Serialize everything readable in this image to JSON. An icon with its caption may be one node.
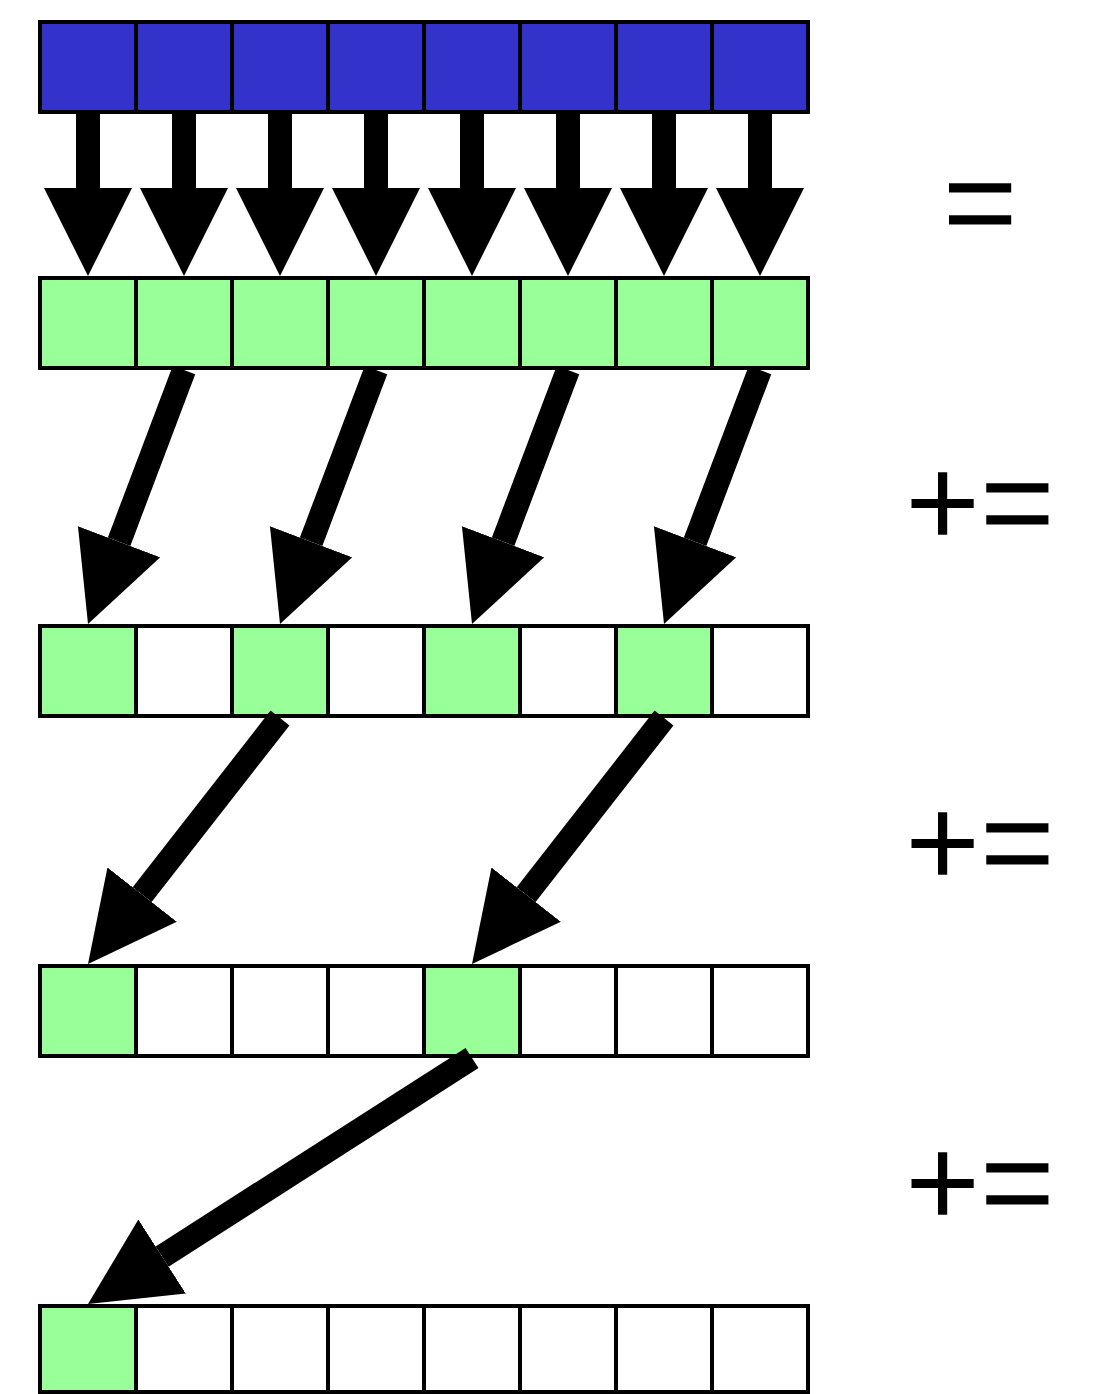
{
  "diagram": {
    "nodes": [
      {
        "text": [],
        "shape": "box"
      },
      {
        "text": [],
        "shape": "box"
      },
      {
        "text": [],
        "shape": "box"
      },
      {
        "text": [],
        "shape": "box"
      },
      {
        "text": [],
        "shape": "box"
      },
      {
        "text": [],
        "shape": "box"
      },
      {
        "text": [],
        "shape": "box"
      },
      {
        "text": [],
        "shape": "box"
      },
      {
        "text": [],
        "shape": "box"
      },
      {
        "text": [],
        "shape": "box"
      },
      {
        "text": [],
        "shape": "box"
      },
      {
        "text": [],
        "shape": "box"
      },
      {
        "text": [],
        "shape": "box"
      },
      {
        "text": [],
        "shape": "box"
      },
      {
        "text": [],
        "shape": "box"
      },
      {
        "text": [],
        "shape": "box"
      },
      {
        "text": [],
        "shape": "box"
      },
      {
        "text": [],
        "shape": "box"
      },
      {
        "text": [],
        "shape": "box"
      },
      {
        "text": [],
        "shape": "box"
      },
      {
        "text": [],
        "shape": "box"
      },
      {
        "text": [],
        "shape": "box"
      },
      {
        "text": [],
        "shape": "box"
      },
      {
        "text": [],
        "shape": "box"
      },
      {
        "text": [],
        "shape": "box"
      },
      {
        "text": [],
        "shape": "box"
      },
      {
        "text": [],
        "shape": "box"
      },
      {
        "text": [],
        "shape": "box"
      },
      {
        "text": [],
        "shape": "box"
      },
      {
        "text": [],
        "shape": "box"
      },
      {
        "text": [],
        "shape": "box"
      },
      {
        "text": [],
        "shape": "box"
      },
      {
        "text": [],
        "shape": "box"
      },
      {
        "text": [],
        "shape": "box"
      },
      {
        "text": [],
        "shape": "box"
      },
      {
        "text": [],
        "shape": "box"
      },
      {
        "text": [],
        "shape": "box"
      },
      {
        "text": [],
        "shape": "box"
      },
      {
        "text": [],
        "shape": "box"
      },
      {
        "text": [],
        "shape": "box"
      }
    ],
    "edges": [
      {
        "from": 0,
        "to": 8,
        "arrow": "to"
      },
      {
        "from": 1,
        "to": 9,
        "arrow": "to"
      },
      {
        "from": 2,
        "to": 10,
        "arrow": "to"
      },
      {
        "from": 3,
        "to": 11,
        "arrow": "to"
      },
      {
        "from": 4,
        "to": 12,
        "arrow": "to"
      },
      {
        "from": 5,
        "to": 13,
        "arrow": "to"
      },
      {
        "from": 6,
        "to": 14,
        "arrow": "to"
      },
      {
        "from": 7,
        "to": 15,
        "arrow": "to"
      },
      {
        "from": 9,
        "to": 16,
        "arrow": "to"
      },
      {
        "from": 11,
        "to": 18,
        "arrow": "to"
      },
      {
        "from": 13,
        "to": 20,
        "arrow": "to"
      },
      {
        "from": 15,
        "to": 22,
        "arrow": "to"
      },
      {
        "from": 18,
        "to": 24,
        "arrow": "to"
      },
      {
        "from": 22,
        "to": 28,
        "arrow": "to"
      },
      {
        "from": 28,
        "to": 32,
        "arrow": "to"
      }
    ],
    "labels": [
      "=",
      "+=",
      "+=",
      "+="
    ]
  }
}
